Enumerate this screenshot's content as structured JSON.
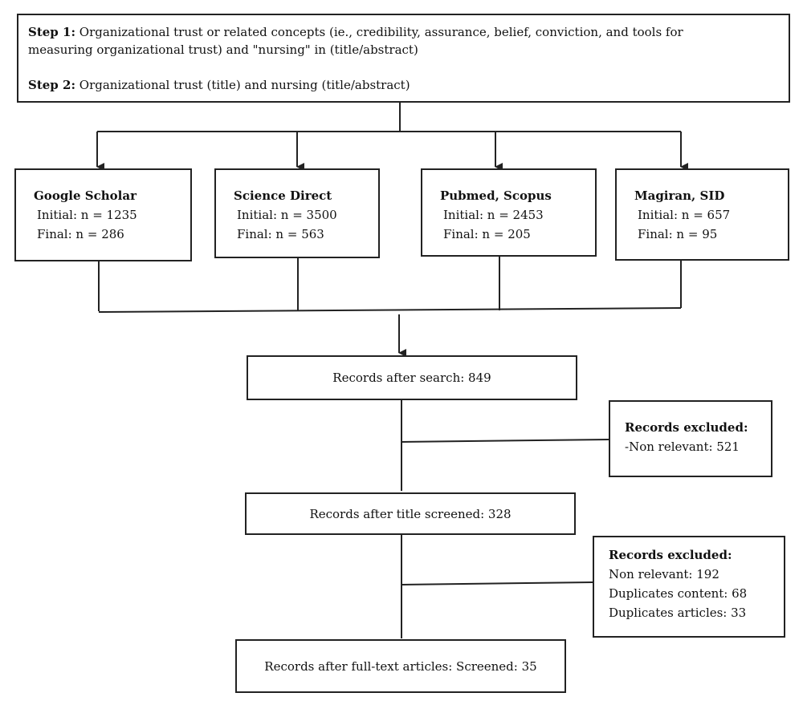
{
  "search": {
    "step1_label": "Step 1:",
    "step1_text_line1": "Organizational trust or related concepts (ie., credibility, assurance, belief, conviction, and tools for",
    "step1_text_line2": "measuring organizational trust) and \"nursing\" in (title/abstract)",
    "step2_label": "Step 2:",
    "step2_text": "Organizational trust (title) and nursing (title/abstract)"
  },
  "databases": [
    {
      "name": "Google Scholar",
      "initial": "Initial: n = 1235",
      "final": "Final: n = 286"
    },
    {
      "name": "Science Direct",
      "initial": "Initial: n = 3500",
      "final": "Final: n = 563"
    },
    {
      "name": "Pubmed, Scopus",
      "initial": "Initial: n = 2453",
      "final": "Final: n = 205"
    },
    {
      "name": "Magiran, SID",
      "initial": "Initial: n = 657",
      "final": "Final: n = 95"
    }
  ],
  "flow": {
    "after_search": "Records after search: 849",
    "after_title": "Records after title screened: 328",
    "after_fulltext": "Records after full-text articles: Screened: 35"
  },
  "excluded1": {
    "title": "Records excluded:",
    "items": [
      "-Non relevant: 521"
    ]
  },
  "excluded2": {
    "title": "Records excluded:",
    "items": [
      "Non relevant: 192",
      "Duplicates content: 68",
      "Duplicates articles: 33"
    ]
  },
  "colors": {
    "stroke": "#222222",
    "text": "#111111",
    "background": "#ffffff"
  }
}
